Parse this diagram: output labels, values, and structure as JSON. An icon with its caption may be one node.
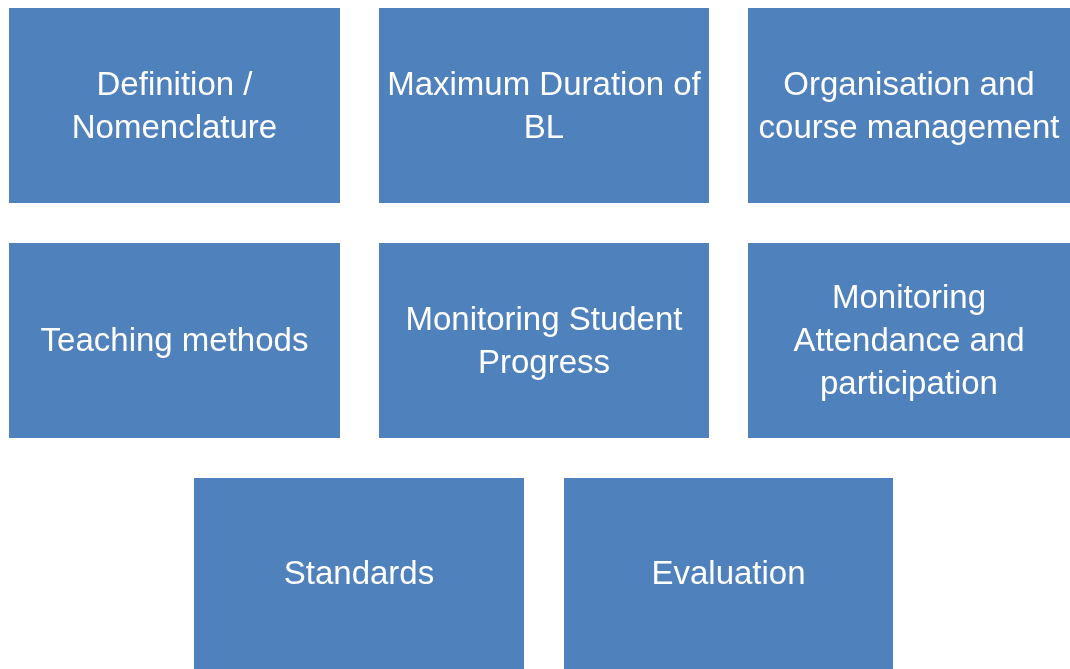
{
  "diagram": {
    "nodes": [
      {
        "text": [
          "Definition / Nomenclature"
        ]
      },
      {
        "text": [
          "Maximum Duration of BL"
        ]
      },
      {
        "text": [
          "Organisation and course management"
        ]
      },
      {
        "text": [
          "Teaching methods"
        ]
      },
      {
        "text": [
          "Monitoring Student Progress"
        ]
      },
      {
        "text": [
          "Monitoring Attendance and participation"
        ]
      },
      {
        "text": [
          "Standards"
        ]
      },
      {
        "text": [
          "Evaluation"
        ]
      }
    ]
  }
}
